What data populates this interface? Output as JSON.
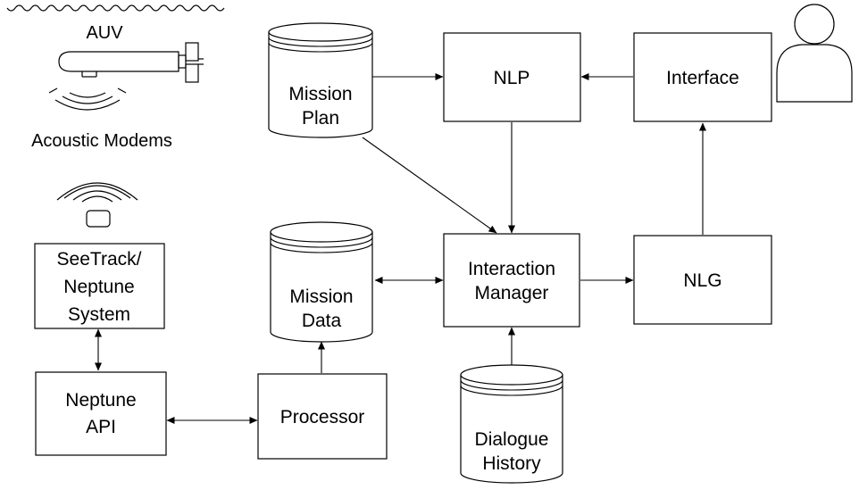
{
  "labels": {
    "auv": "AUV",
    "acoustic_modems": "Acoustic Modems",
    "nlp": "NLP",
    "interface": "Interface",
    "interaction_manager_1": "Interaction",
    "interaction_manager_2": "Manager",
    "nlg": "NLG",
    "mission_plan_1": "Mission",
    "mission_plan_2": "Plan",
    "mission_data_1": "Mission",
    "mission_data_2": "Data",
    "dialogue_history_1": "Dialogue",
    "dialogue_history_2": "History",
    "seetrack_1": "SeeTrack/",
    "seetrack_2": "Neptune",
    "seetrack_3": "System",
    "neptune_api_1": "Neptune",
    "neptune_api_2": "API",
    "processor": "Processor"
  },
  "icons": [
    "wave-icon",
    "auv-icon",
    "acoustic-signal-icon",
    "modem-icon",
    "user-icon"
  ]
}
